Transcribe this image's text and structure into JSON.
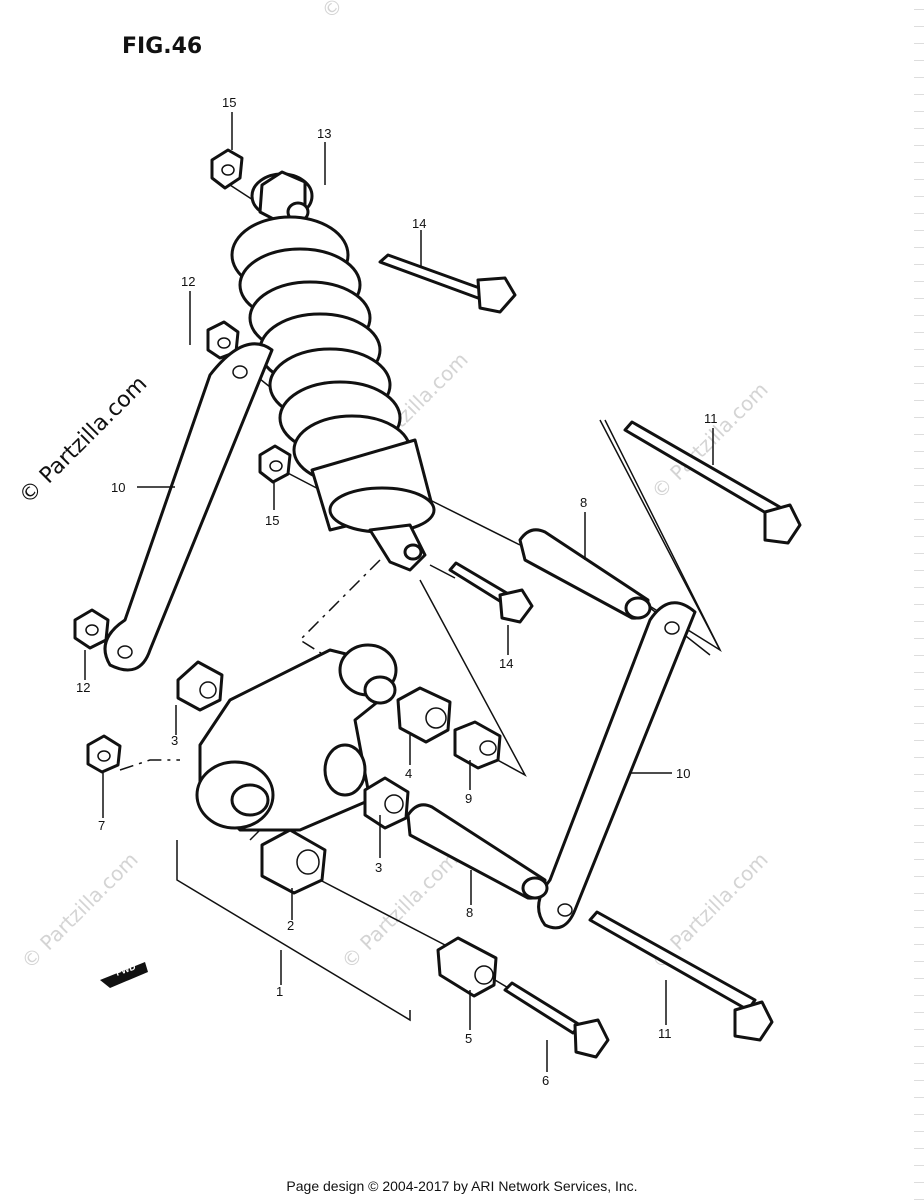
{
  "figure": {
    "title": "FIG.46"
  },
  "footer": {
    "text": "Page design © 2004-2017 by ARI Network Services, Inc."
  },
  "watermark": {
    "text": "© Partzilla.com"
  },
  "fwd_label": "FWD",
  "callouts": {
    "c1": "1",
    "c2": "2",
    "c3a": "3",
    "c3b": "3",
    "c4": "4",
    "c5": "5",
    "c6": "6",
    "c7": "7",
    "c8a": "8",
    "c8b": "8",
    "c9": "9",
    "c10a": "10",
    "c10b": "10",
    "c11a": "11",
    "c11b": "11",
    "c12a": "12",
    "c12b": "12",
    "c13": "13",
    "c14a": "14",
    "c14b": "14",
    "c15a": "15",
    "c15b": "15"
  }
}
